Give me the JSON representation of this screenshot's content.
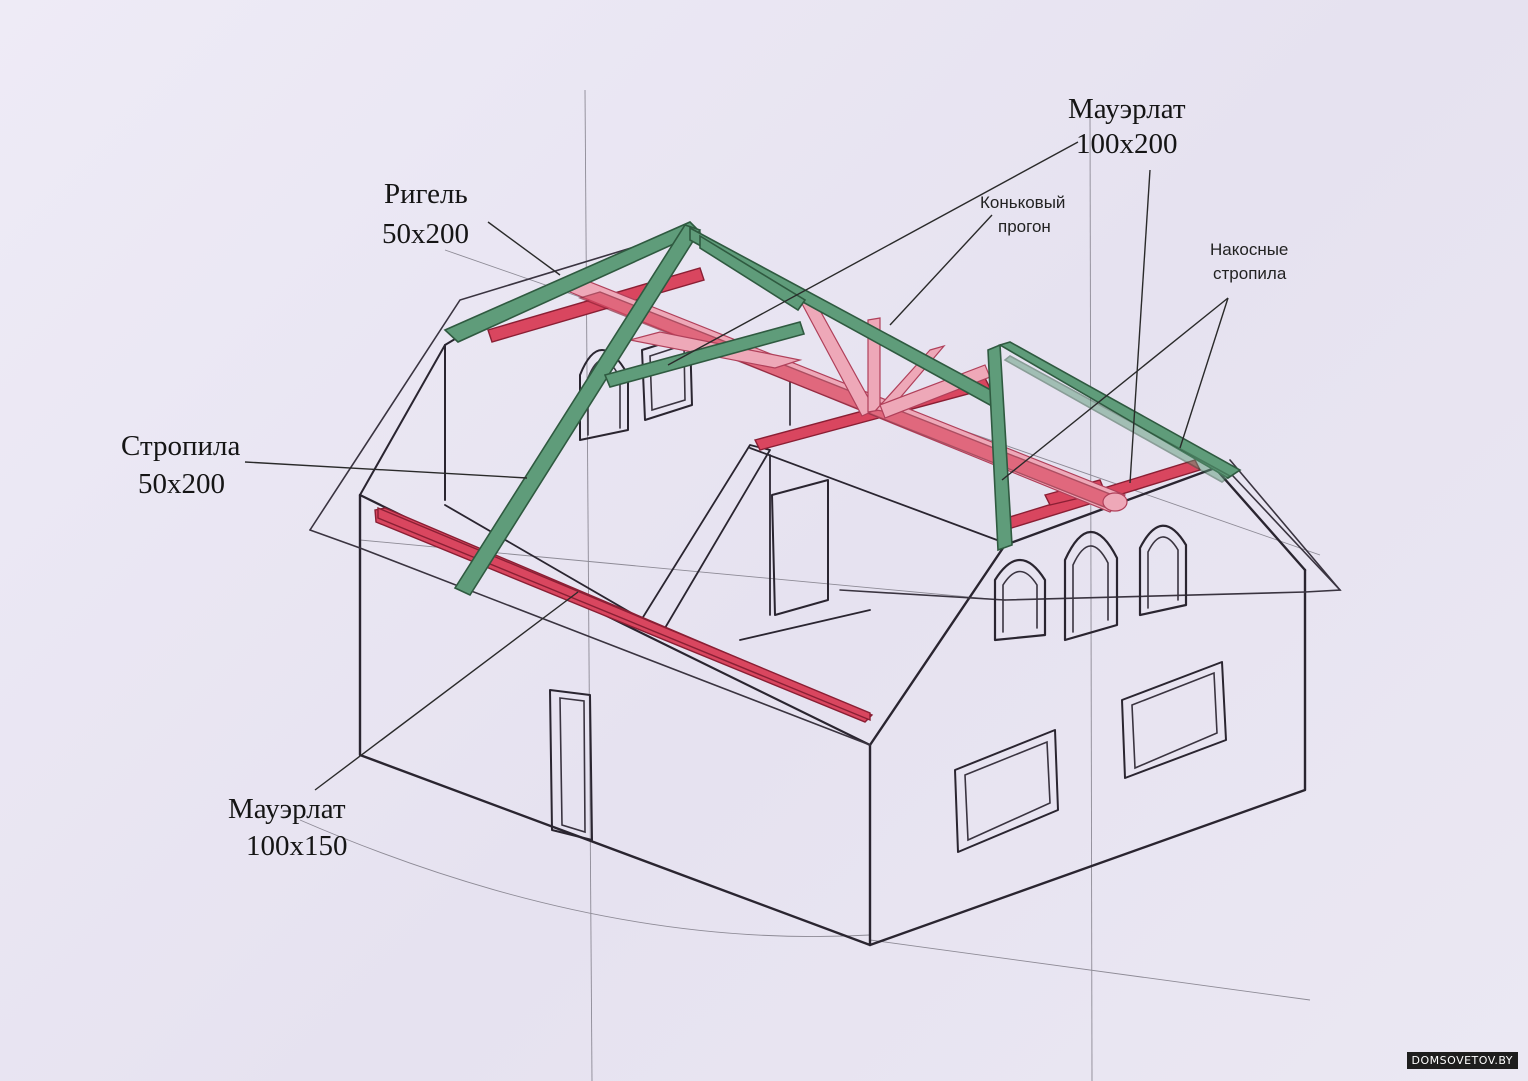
{
  "labels": {
    "rigel": {
      "name": "Ригель",
      "size": "50x200"
    },
    "mauerlat_top": {
      "name": "Мауэрлат",
      "size": "100x200"
    },
    "konkovy": {
      "line1": "Коньковый",
      "line2": "прогон"
    },
    "nakosnye": {
      "line1": "Накосные",
      "line2": "стропила"
    },
    "stropila": {
      "name": "Стропила",
      "size": "50x200"
    },
    "mauerlat_bottom": {
      "name": "Мауэрлат",
      "size": "100x150"
    }
  },
  "watermark": "DOMSOVETOV.BY"
}
